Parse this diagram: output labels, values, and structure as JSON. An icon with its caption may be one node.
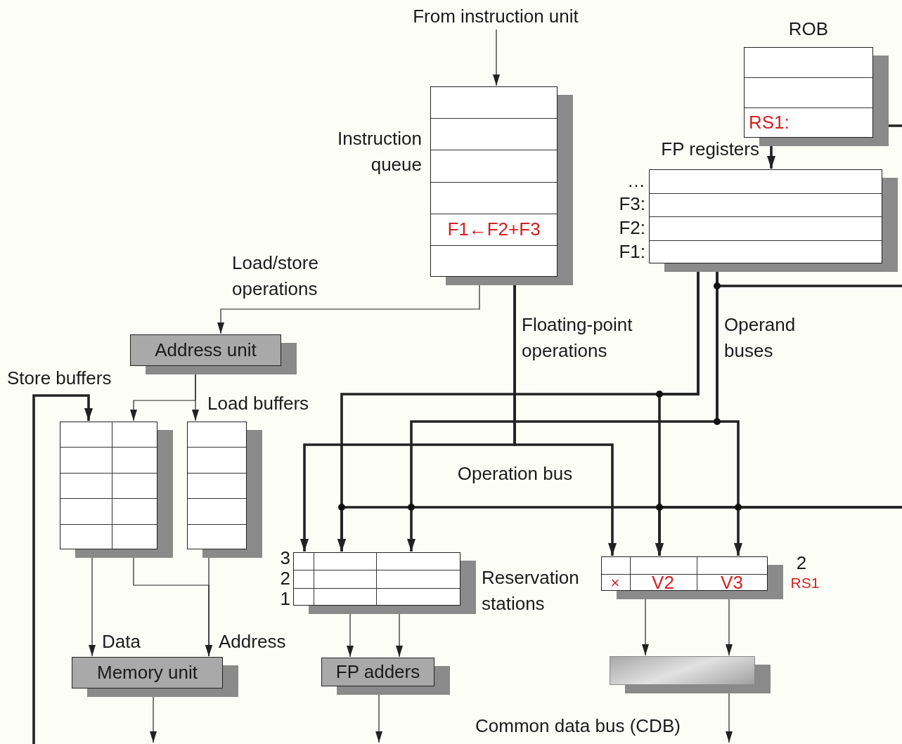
{
  "diagram": {
    "nodes": [
      {
        "text": [
          "Instruction queue",
          "F1←F2+F3"
        ]
      },
      {
        "text": [
          "ROB",
          "RS1:"
        ]
      },
      {
        "text": [
          "FP registers",
          "…",
          "F3:",
          "F2:",
          "F1:"
        ]
      },
      {
        "text": [
          "Address unit"
        ]
      },
      {
        "text": [
          "Store buffers"
        ]
      },
      {
        "text": [
          "Load buffers"
        ]
      },
      {
        "text": [
          "Memory unit"
        ]
      },
      {
        "text": [
          "3",
          "2",
          "1"
        ]
      },
      {
        "text": [
          "×",
          "V2",
          "V3",
          "2",
          "RS1"
        ]
      },
      {
        "text": [
          "FP adders"
        ]
      },
      {
        "text": [],
        "shape": "box"
      },
      {
        "text": [
          "From instruction unit"
        ]
      }
    ],
    "edges": [
      {
        "from": 11,
        "to": 0,
        "arrow": "to"
      },
      {
        "from": 0,
        "to": 3,
        "arrow": "to",
        "label": "Load/store operations"
      },
      {
        "from": 0,
        "to": 7,
        "arrow": "to",
        "label": "Floating-point operations",
        "style": "thick"
      },
      {
        "from": 0,
        "to": 8,
        "arrow": "to",
        "style": "thick"
      },
      {
        "from": 1,
        "to": 2,
        "arrow": "to",
        "style": "thick"
      },
      {
        "from": 2,
        "to": 7,
        "arrow": "to",
        "style": "thick"
      },
      {
        "from": 2,
        "to": 8,
        "arrow": "to",
        "style": "thick"
      },
      {
        "from": 2,
        "to": 7,
        "arrow": "to",
        "label": "Operand buses",
        "style": "thick"
      },
      {
        "from": 2,
        "to": 8,
        "arrow": "to",
        "style": "thick"
      },
      {
        "from": 2,
        "to": null,
        "arrow": "none",
        "style": "thick"
      },
      {
        "from": 1,
        "to": null,
        "arrow": "none",
        "style": "thick"
      },
      {
        "from": 3,
        "to": 4,
        "arrow": "to"
      },
      {
        "from": 3,
        "to": 5,
        "arrow": "to"
      },
      {
        "from": 4,
        "to": 6,
        "arrow": "to",
        "label": "Data"
      },
      {
        "from": 5,
        "to": 6,
        "arrow": "to",
        "label": "Address"
      },
      {
        "from": 4,
        "to": 6,
        "arrow": "to"
      },
      {
        "from": 7,
        "to": 9,
        "arrow": "to"
      },
      {
        "from": 7,
        "to": 9,
        "arrow": "to"
      },
      {
        "from": 8,
        "to": 10,
        "arrow": "to"
      },
      {
        "from": 8,
        "to": 10,
        "arrow": "to"
      },
      {
        "from": 6,
        "to": null,
        "arrow": "to"
      },
      {
        "from": 9,
        "to": null,
        "arrow": "to"
      },
      {
        "from": 10,
        "to": null,
        "arrow": "to",
        "label": "Common data bus (CDB)"
      },
      {
        "from": null,
        "to": 4,
        "arrow": "to",
        "style": "thick"
      },
      {
        "from": null,
        "to": 7,
        "arrow": "to",
        "style": "thick"
      },
      {
        "from": null,
        "to": 8,
        "arrow": "to",
        "style": "thick"
      }
    ],
    "labels": [
      "Operation bus",
      "Reservation stations"
    ]
  }
}
